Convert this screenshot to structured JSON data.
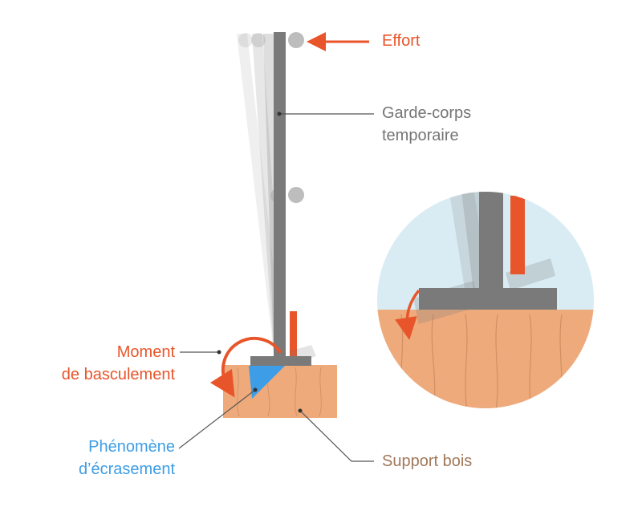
{
  "labels": {
    "effort": "Effort",
    "garde_corps_line1": "Garde-corps",
    "garde_corps_line2": "temporaire",
    "moment_line1": "Moment",
    "moment_line2": "de basculement",
    "phenomene_line1": "Phénomène",
    "phenomene_line2": "d’écrasement",
    "support": "Support bois"
  },
  "colors": {
    "accent_orange": "#e8552a",
    "post_grey": "#7a7a7a",
    "crush_blue": "#3d9de6",
    "wood": "#eeaa7b",
    "sky": "#d9ecf3",
    "label_grey": "#757575",
    "label_brown": "#a0785a"
  }
}
